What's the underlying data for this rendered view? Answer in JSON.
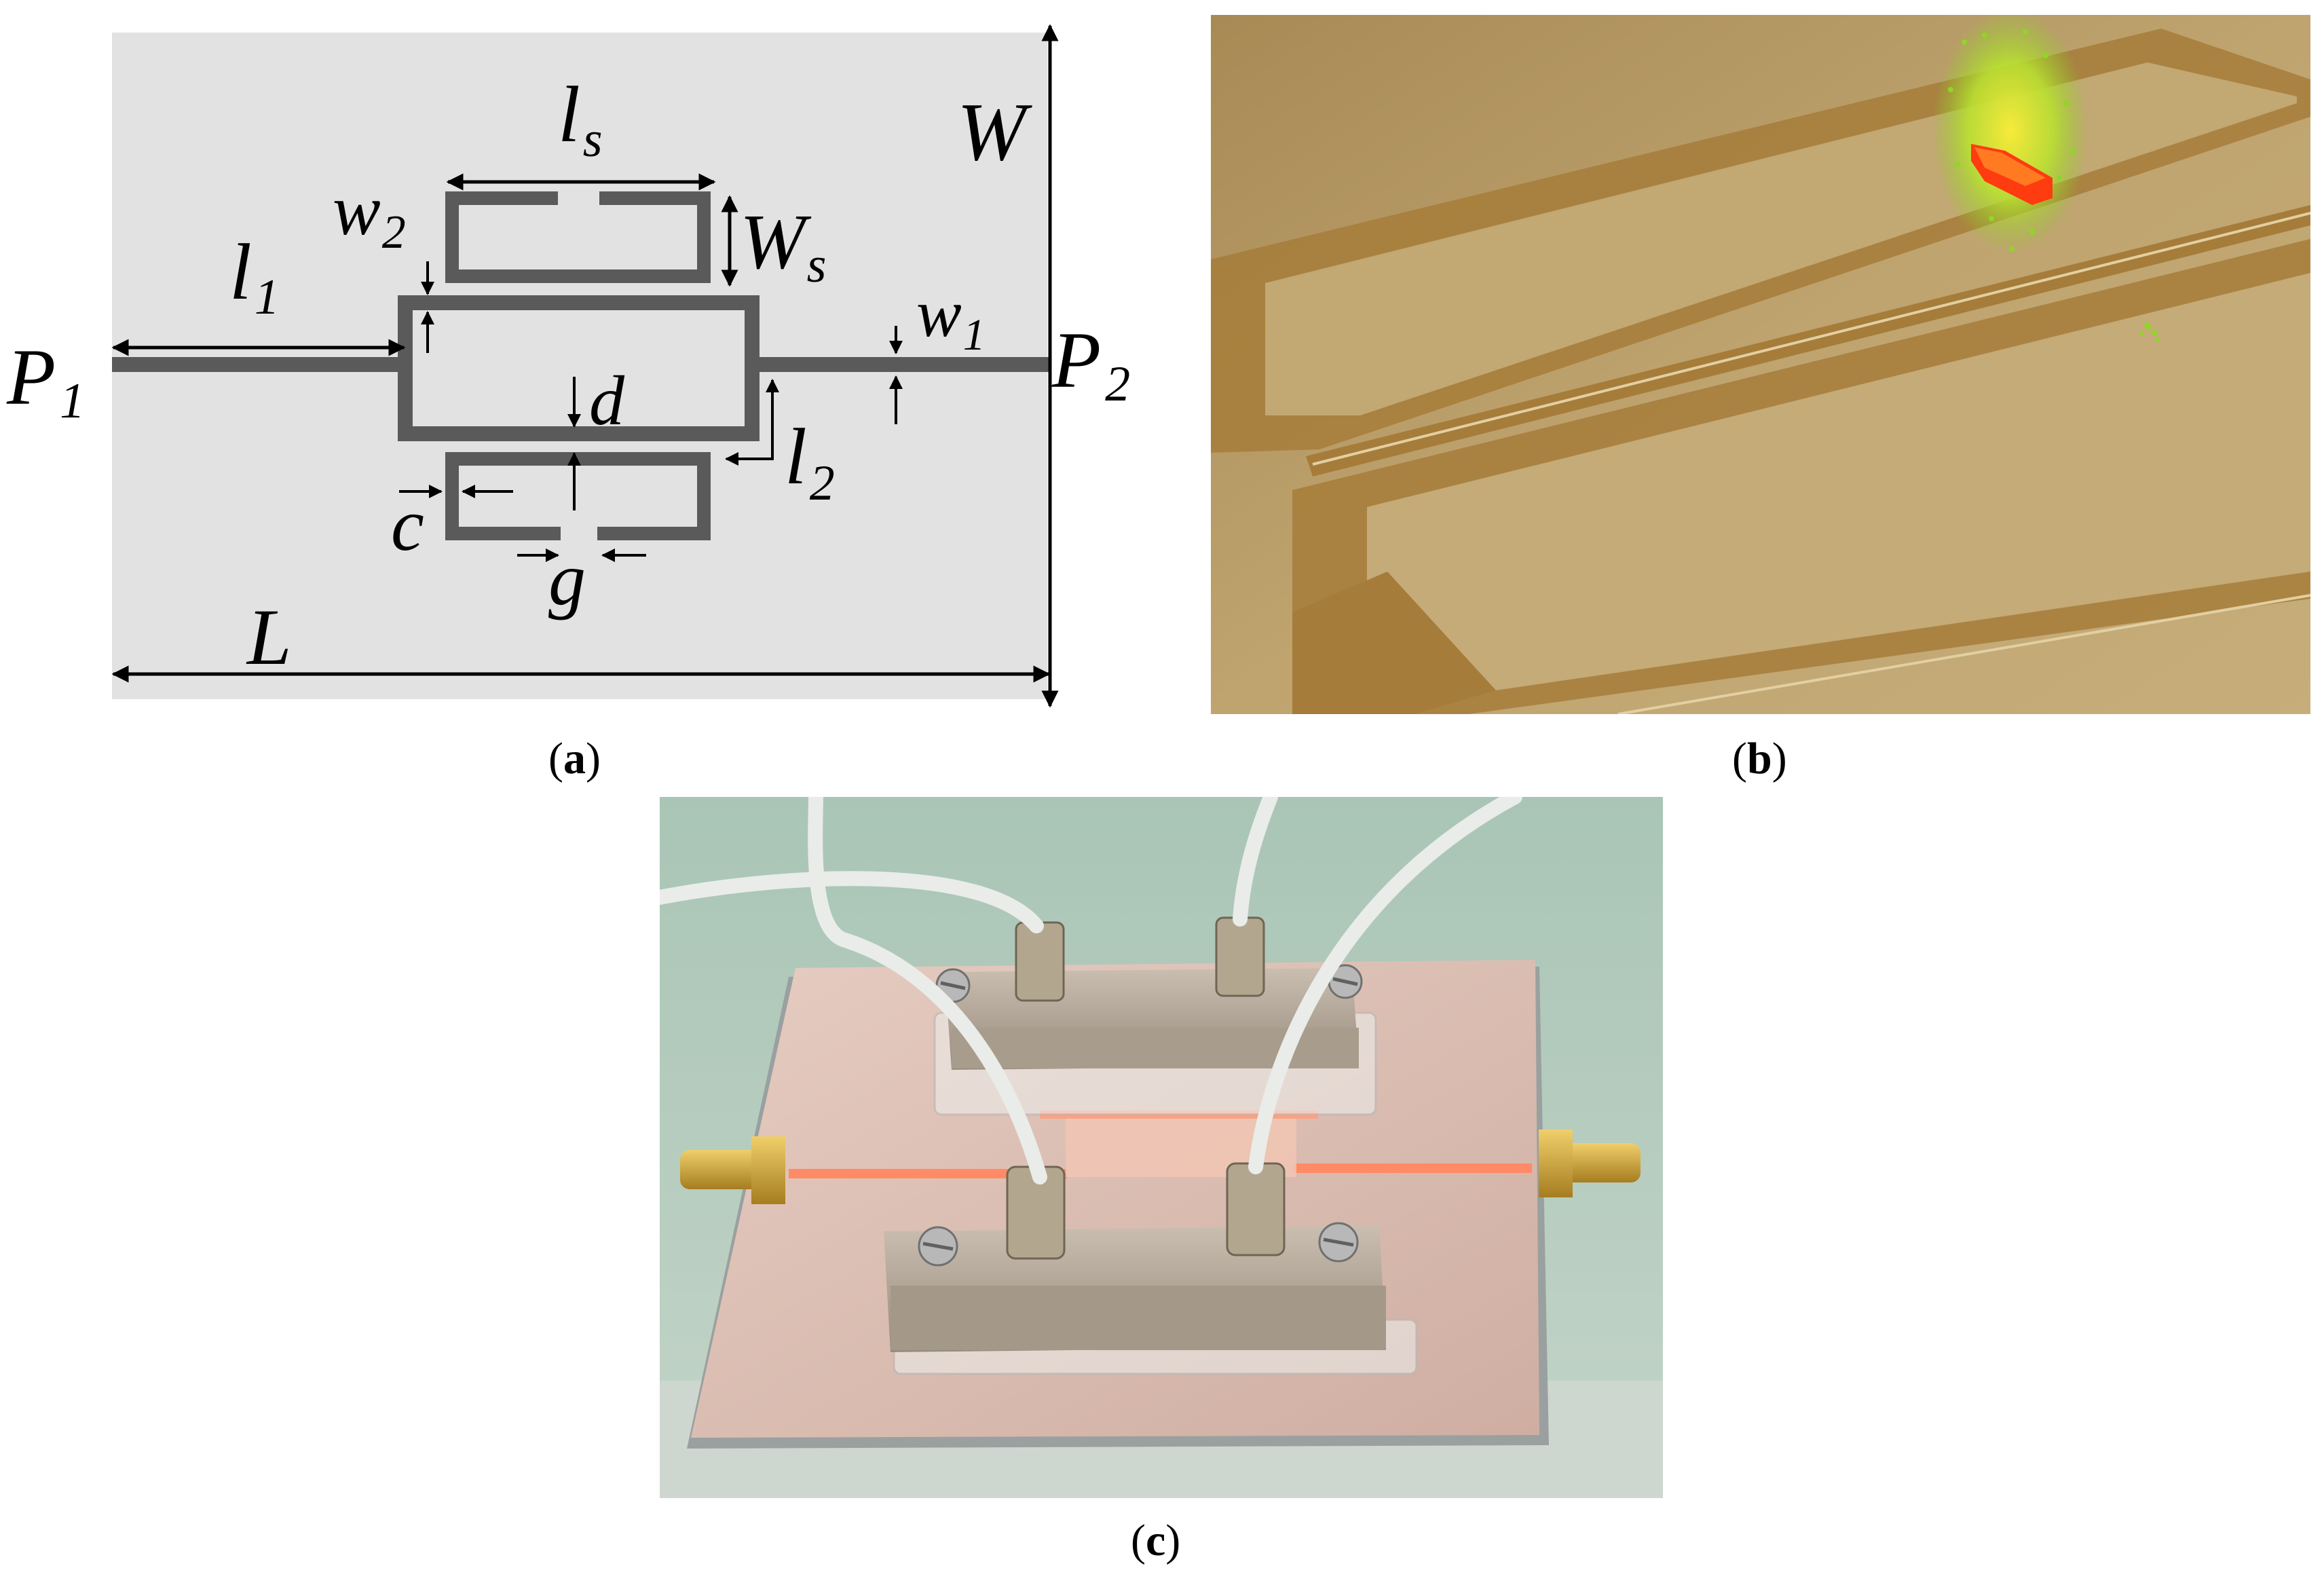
{
  "panels": [
    {
      "id": "a",
      "caption": {
        "open": "(",
        "letter": "a",
        "close": ")"
      },
      "labels": {
        "P1": {
          "main": "P",
          "sub": "1"
        },
        "P2": {
          "main": "P",
          "sub": "2"
        },
        "W": {
          "main": "W",
          "sub": ""
        },
        "ls": {
          "main": "l",
          "sub": "s"
        },
        "Ws": {
          "main": "W",
          "sub": "s"
        },
        "w2": {
          "main": "w",
          "sub": "2"
        },
        "l1": {
          "main": "l",
          "sub": "1"
        },
        "w1": {
          "main": "w",
          "sub": "1"
        },
        "d": {
          "main": "d",
          "sub": ""
        },
        "l2": {
          "main": "l",
          "sub": "2"
        },
        "c": {
          "main": "c",
          "sub": ""
        },
        "g": {
          "main": "g",
          "sub": ""
        },
        "L": {
          "main": "L",
          "sub": ""
        }
      },
      "colors": {
        "substrate": "#e2e2e2",
        "trace": "#5a5a5a"
      }
    },
    {
      "id": "b",
      "caption": {
        "open": "(",
        "letter": "b",
        "close": ")"
      },
      "colors": {
        "background": "#b79a62",
        "trace": "#a67c3a",
        "field_hot": "#ff3b10",
        "field_warm": "#f5e43a",
        "field_cool": "#7fd620"
      }
    },
    {
      "id": "c",
      "caption": {
        "open": "(",
        "letter": "c",
        "close": ")"
      },
      "colors": {
        "wall": "#b3cbbd",
        "board": "#d9bdb2",
        "line": "#ff7a55",
        "connector": "#d4a53a",
        "holder": "#b6aa9a"
      }
    }
  ]
}
